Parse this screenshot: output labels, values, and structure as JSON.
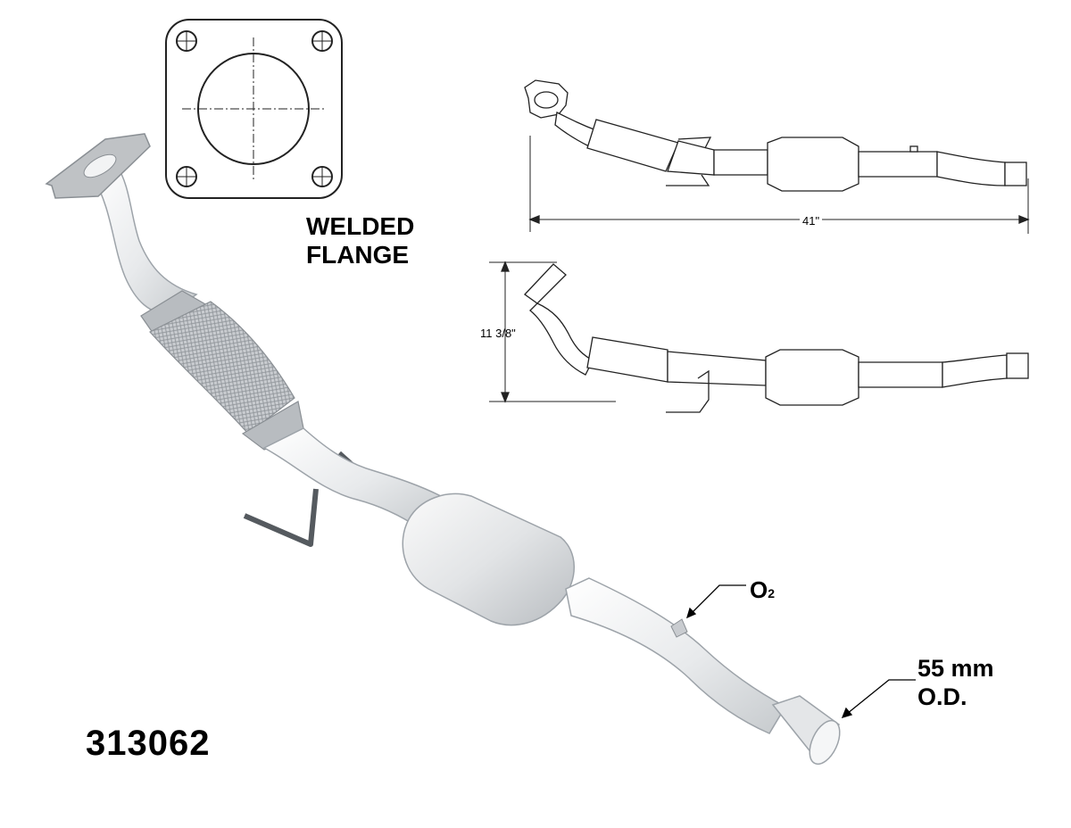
{
  "part_number": "313062",
  "flange": {
    "label_line1": "WELDED",
    "label_line2": "FLANGE"
  },
  "callouts": {
    "o2": "O",
    "o2_sub": "2",
    "outlet_line1": "55 mm",
    "outlet_line2": "O.D."
  },
  "dimensions": {
    "overall_length": "41\"",
    "overall_height": "11 3/8\""
  },
  "colors": {
    "pipe_fill": "#e9ebed",
    "pipe_stroke": "#9da3a9",
    "flange_fill": "#b9bcbf",
    "flex_fill": "#c4c7ca",
    "bracket": "#555a5f",
    "line_art": "#222222"
  }
}
